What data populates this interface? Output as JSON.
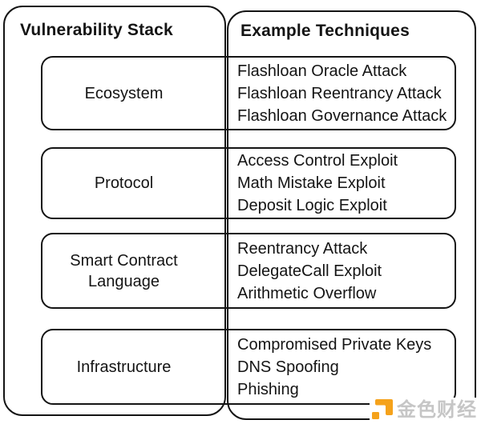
{
  "headers": {
    "left": "Vulnerability Stack",
    "right": "Example Techniques"
  },
  "rows": [
    {
      "layer": "Ecosystem",
      "techniques": [
        "Flashloan Oracle Attack",
        "Flashloan Reentrancy Attack",
        "Flashloan Governance Attack"
      ]
    },
    {
      "layer": "Protocol",
      "techniques": [
        "Access Control Exploit",
        "Math Mistake Exploit",
        "Deposit Logic Exploit"
      ]
    },
    {
      "layer": "Smart Contract Language",
      "techniques": [
        "Reentrancy Attack",
        "DelegateCall Exploit",
        "Arithmetic Overflow"
      ]
    },
    {
      "layer": "Infrastructure",
      "techniques": [
        "Compromised Private Keys",
        "DNS Spoofing",
        "Phishing"
      ]
    }
  ],
  "watermark": {
    "text": "金色财经",
    "logo_color": "#F5A21B",
    "text_color": "#c6c6c6"
  },
  "colors": {
    "border": "#141414",
    "background": "#ffffff"
  }
}
